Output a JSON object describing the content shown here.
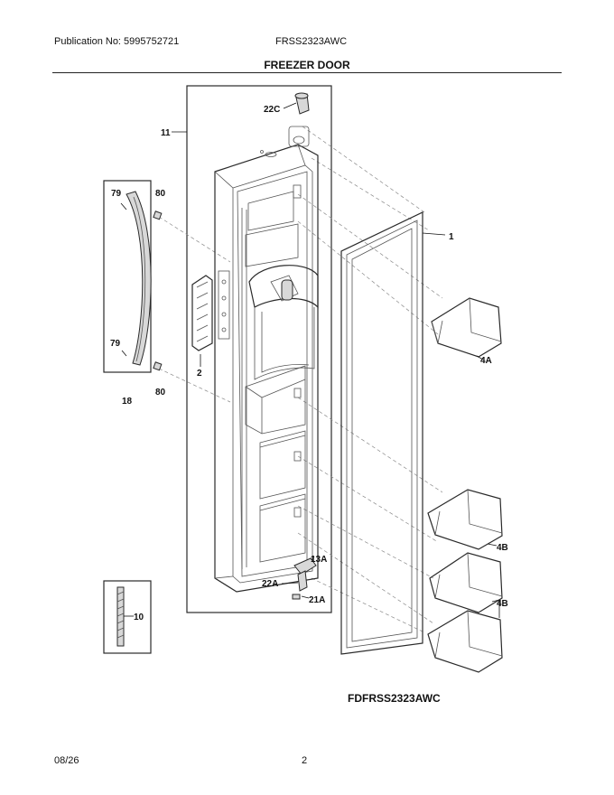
{
  "header": {
    "publication": "Publication No: 5995752721",
    "model": "FRSS2323AWC"
  },
  "section_title": "FREEZER DOOR",
  "diagram_code": "FDFRSS2323AWC",
  "footer": {
    "date": "08/26",
    "page": "2"
  },
  "labels": {
    "l22C": "22C",
    "l11": "11",
    "l79a": "79",
    "l80a": "80",
    "l79b": "79",
    "l80b": "80",
    "l18": "18",
    "l2": "2",
    "l1": "1",
    "l4A": "4A",
    "l4B1": "4B",
    "l4B2": "4B",
    "l13A": "13A",
    "l22A": "22A",
    "l21A": "21A",
    "l10": "10"
  }
}
